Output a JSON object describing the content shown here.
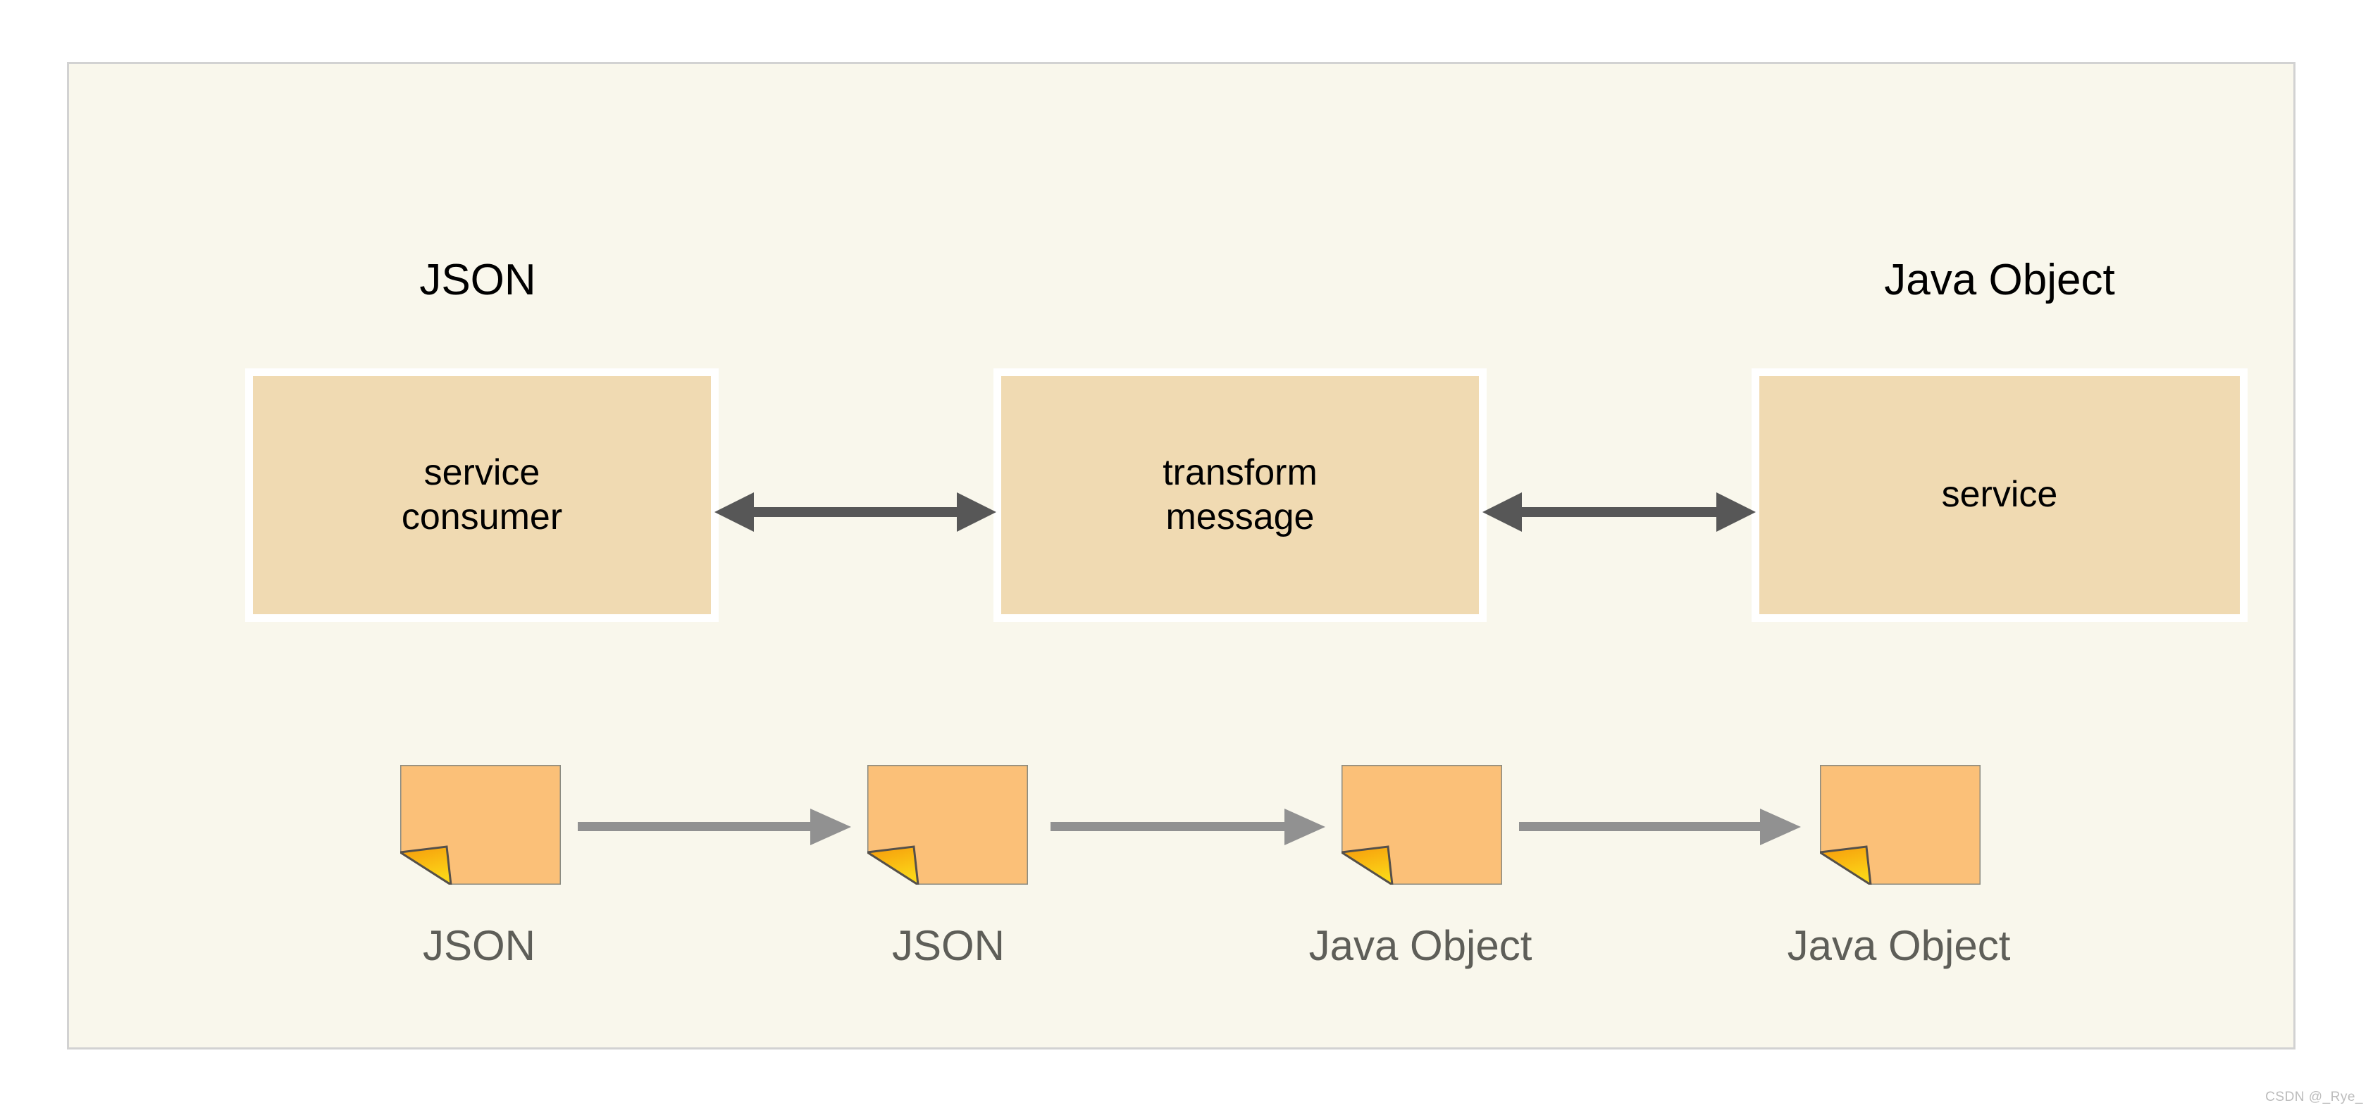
{
  "canvas": {
    "background_color": "#f9f7ec",
    "border_color": "#d2d2d2"
  },
  "group_titles": [
    {
      "id": "json",
      "label": "JSON",
      "color": "#000000"
    },
    {
      "id": "java_object",
      "label": "Java Object",
      "color": "#000000"
    }
  ],
  "process_boxes": [
    {
      "id": "service_consumer",
      "label": "service\nconsumer",
      "fill_color": "#f0dab2",
      "frame_color": "#ffffff",
      "text_color": "#000000"
    },
    {
      "id": "transform_message",
      "label": "transform\nmessage",
      "fill_color": "#f0dab2",
      "frame_color": "#ffffff",
      "text_color": "#000000"
    },
    {
      "id": "service",
      "label": "service",
      "fill_color": "#f0dab2",
      "frame_color": "#ffffff",
      "text_color": "#000000"
    }
  ],
  "top_connectors": [
    {
      "id": "consumer_transform",
      "type": "double-arrow",
      "from": "service consumer",
      "to": "transform message",
      "color": "#575757"
    },
    {
      "id": "transform_service",
      "type": "double-arrow",
      "from": "transform message",
      "to": "service",
      "color": "#575757"
    }
  ],
  "message_notes": [
    {
      "id": "note_1",
      "caption": "JSON",
      "icon": "document-note-icon",
      "fill_color": "#fbc078",
      "fold_color_start": "#f79a0c",
      "fold_color_end": "#fbd617",
      "border_color": "#8a8a80",
      "caption_color": "#5e5e58"
    },
    {
      "id": "note_2",
      "caption": "JSON",
      "icon": "document-note-icon",
      "fill_color": "#fbc078",
      "fold_color_start": "#f79a0c",
      "fold_color_end": "#fbd617",
      "border_color": "#8a8a80",
      "caption_color": "#5e5e58"
    },
    {
      "id": "note_3",
      "caption": "Java Object",
      "icon": "document-note-icon",
      "fill_color": "#fbc078",
      "fold_color_start": "#f79a0c",
      "fold_color_end": "#fbd617",
      "border_color": "#8a8a80",
      "caption_color": "#5e5e58"
    },
    {
      "id": "note_4",
      "caption": "Java Object",
      "icon": "document-note-icon",
      "fill_color": "#fbc078",
      "fold_color_start": "#f79a0c",
      "fold_color_end": "#fbd617",
      "border_color": "#8a8a80",
      "caption_color": "#5e5e58"
    }
  ],
  "bottom_connectors": [
    {
      "id": "note1_note2",
      "type": "arrow",
      "from": "JSON",
      "to": "JSON",
      "color": "#919191"
    },
    {
      "id": "note2_note3",
      "type": "arrow",
      "from": "JSON",
      "to": "Java Object",
      "color": "#919191"
    },
    {
      "id": "note3_note4",
      "type": "arrow",
      "from": "Java Object",
      "to": "Java Object",
      "color": "#919191"
    }
  ],
  "watermark": {
    "text": "CSDN @_Rye_",
    "color": "#bcbcbc"
  }
}
